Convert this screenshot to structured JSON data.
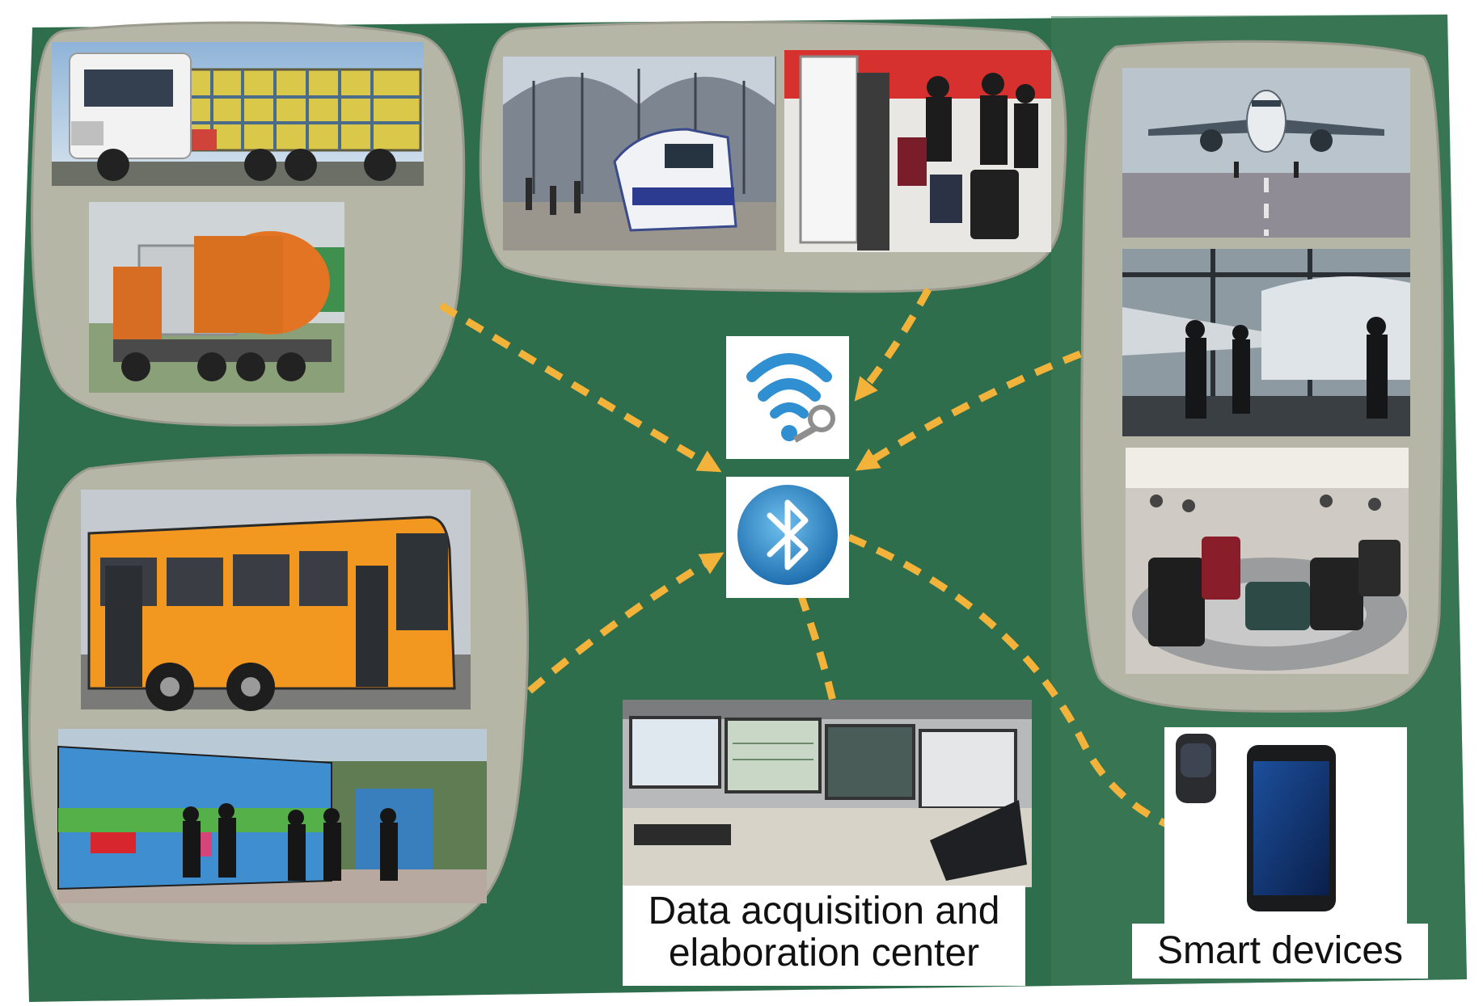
{
  "colors": {
    "background": "#2f6e4c",
    "blob": "#b5b6a6",
    "blob_edge": "#999a8c",
    "arrow": "#f3b23a",
    "wifi": "#2f8fd0",
    "bluetooth": "#2e87c8",
    "label_bg": "#ffffff",
    "label_text": "#111111"
  },
  "groups": [
    {
      "id": "road-freight",
      "photos": [
        "truck-photo",
        "tanker-photo"
      ]
    },
    {
      "id": "rail",
      "photos": [
        "train-station-photo",
        "train-boarding-photo"
      ]
    },
    {
      "id": "air",
      "photos": [
        "airplane-takeoff-photo",
        "airport-terminal-photo",
        "baggage-claim-photo"
      ]
    },
    {
      "id": "bus",
      "photos": [
        "city-bus-photo",
        "bus-stop-photo"
      ]
    }
  ],
  "hub_icons": [
    "wifi-key-icon",
    "bluetooth-icon"
  ],
  "labels": {
    "center_line1": "Data acquisition and",
    "center_line2": "elaboration center",
    "smart_devices": "Smart devices"
  }
}
